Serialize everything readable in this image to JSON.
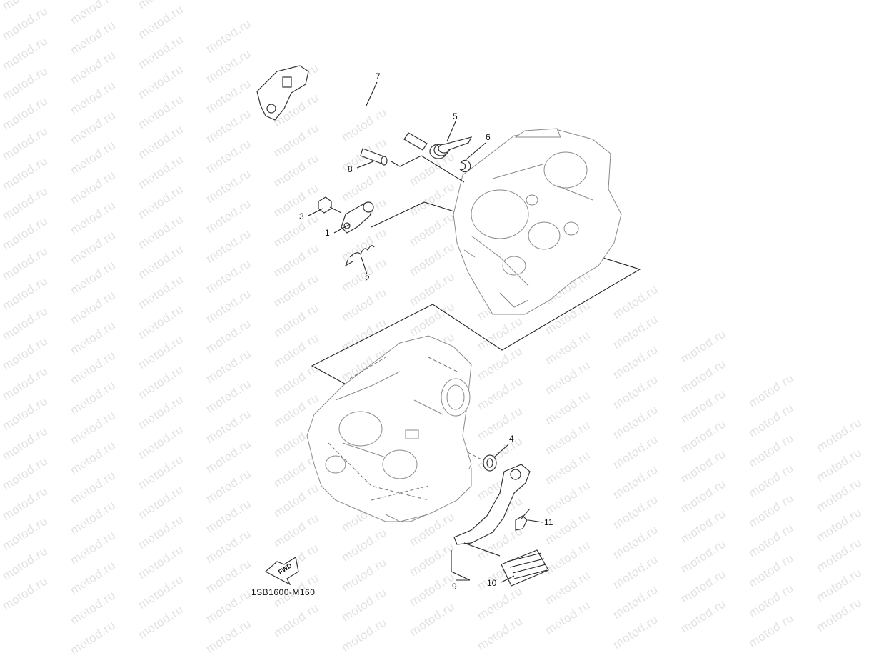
{
  "watermark": {
    "text": "motod.ru",
    "color": "#e2e2e2"
  },
  "diagram_code": "1SB1600-M160",
  "fwd_label": "FWD",
  "callouts": [
    {
      "id": "1",
      "label": "1"
    },
    {
      "id": "2",
      "label": "2"
    },
    {
      "id": "3",
      "label": "3"
    },
    {
      "id": "4",
      "label": "4"
    },
    {
      "id": "5",
      "label": "5"
    },
    {
      "id": "6",
      "label": "6"
    },
    {
      "id": "7",
      "label": "7"
    },
    {
      "id": "8",
      "label": "8"
    },
    {
      "id": "9",
      "label": "9"
    },
    {
      "id": "10",
      "label": "10"
    },
    {
      "id": "11",
      "label": "11"
    }
  ]
}
